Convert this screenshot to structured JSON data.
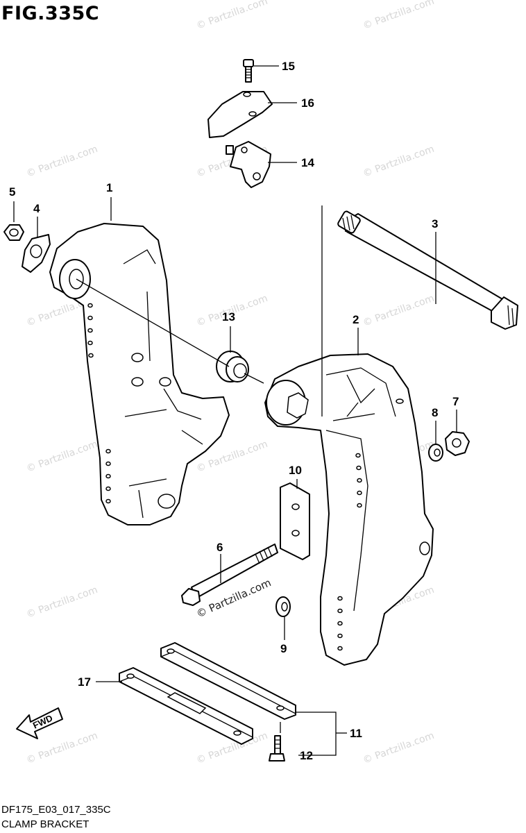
{
  "figure": {
    "title": "FIG.335C",
    "code": "DF175_E03_017_335C",
    "caption": "CLAMP BRACKET"
  },
  "callouts": [
    {
      "id": "c1",
      "label": "1"
    },
    {
      "id": "c2",
      "label": "2"
    },
    {
      "id": "c3",
      "label": "3"
    },
    {
      "id": "c4",
      "label": "4"
    },
    {
      "id": "c5",
      "label": "5"
    },
    {
      "id": "c6",
      "label": "6"
    },
    {
      "id": "c7",
      "label": "7"
    },
    {
      "id": "c8",
      "label": "8"
    },
    {
      "id": "c9",
      "label": "9"
    },
    {
      "id": "c10",
      "label": "10"
    },
    {
      "id": "c11",
      "label": "11"
    },
    {
      "id": "c12",
      "label": "12"
    },
    {
      "id": "c13",
      "label": "13"
    },
    {
      "id": "c14",
      "label": "14"
    },
    {
      "id": "c15",
      "label": "15"
    },
    {
      "id": "c16",
      "label": "16"
    },
    {
      "id": "c17",
      "label": "17"
    }
  ],
  "fwd_label": "FWD",
  "watermark": "© Partzilla.com"
}
